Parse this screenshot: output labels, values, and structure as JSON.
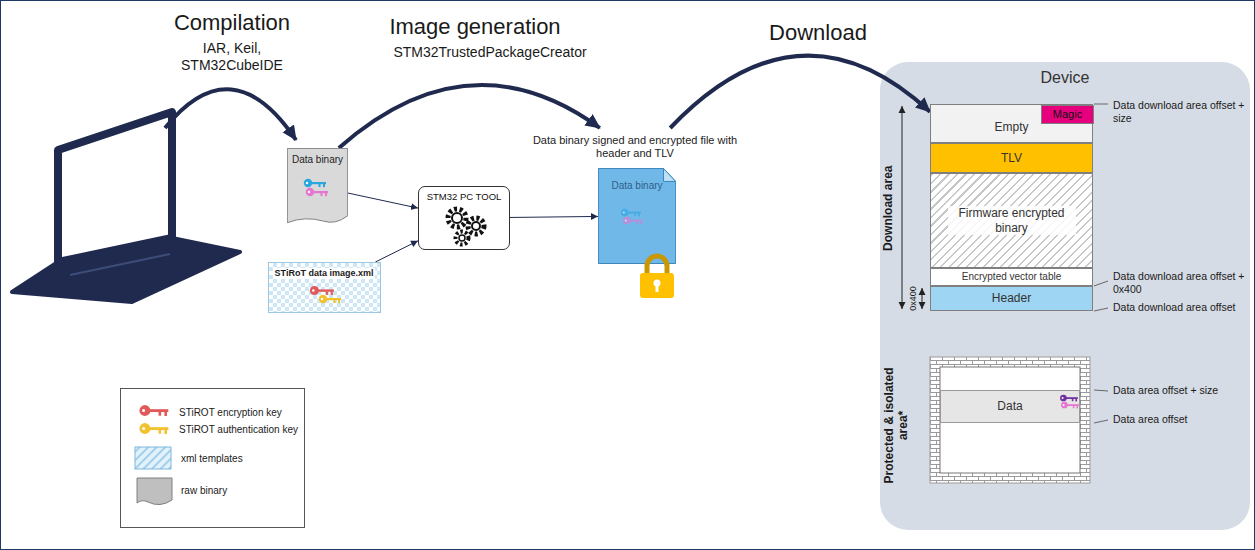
{
  "diagram": {
    "nodes": [
      {
        "text": [
          "Data binary"
        ]
      },
      {
        "text": [
          "STiRoT data image.xml"
        ]
      },
      {
        "text": [
          "STM32 PC TOOL"
        ]
      },
      {
        "text": [
          "Data binary signed and encrypted file with header and TLV",
          "Data binary"
        ]
      },
      {
        "text": [
          "Device"
        ]
      },
      {
        "text": [
          "Empty"
        ],
        "in": 4
      },
      {
        "text": [
          "Magic"
        ],
        "in": 5
      },
      {
        "text": [
          "TLV"
        ],
        "in": 4
      },
      {
        "text": [
          "Firmware encrypted binary"
        ],
        "in": 4
      },
      {
        "text": [
          "Encrypted vector table"
        ],
        "in": 4
      },
      {
        "text": [
          "Header"
        ],
        "in": 4
      },
      {
        "text": [
          "Data"
        ],
        "in": 4
      }
    ],
    "edges": [
      {
        "from": 0,
        "to": 2,
        "arrow": "to"
      },
      {
        "from": 1,
        "to": 2,
        "arrow": "to"
      },
      {
        "from": 2,
        "to": 3,
        "arrow": "to"
      },
      {
        "from": 0,
        "to": 3,
        "arrow": "to"
      },
      {
        "from": 3,
        "to": 5,
        "arrow": "to"
      }
    ],
    "labels": [
      "Compilation",
      "IAR, Keil, STM32CubeIDE",
      "Image generation",
      "STM32TrustedPackageCreator",
      "Download",
      "Download area",
      "0x400",
      "Protected & isolated area*",
      "Data download area offset + size",
      "Data download area offset + 0x400",
      "Data download area offset",
      "Data area offset + size",
      "Data area offset"
    ],
    "legend": [
      {
        "text": "STiROT encryption key"
      },
      {
        "text": "STiROT authentication key"
      },
      {
        "text": "xml templates"
      },
      {
        "text": "raw binary"
      }
    ]
  }
}
